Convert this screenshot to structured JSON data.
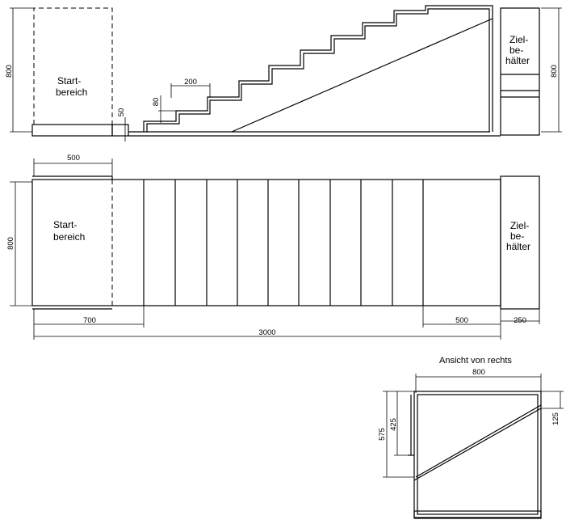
{
  "side_view": {
    "start_label_1": "Start-",
    "start_label_2": "bereich",
    "target_label_1": "Ziel-",
    "target_label_2": "be-",
    "target_label_3": "hälter",
    "dim_height_left": "800",
    "dim_height_right": "800",
    "dim_step_width": "200",
    "dim_step_height": "80",
    "dim_base_height": "50"
  },
  "top_view": {
    "start_label_1": "Start-",
    "start_label_2": "bereich",
    "target_label_1": "Ziel-",
    "target_label_2": "be-",
    "target_label_3": "hälter",
    "dim_start_width": "500",
    "dim_depth": "800",
    "dim_ramp_start": "700",
    "dim_total": "3000",
    "dim_end": "500",
    "dim_container": "250"
  },
  "right_view": {
    "title": "Ansicht von rechts",
    "dim_width": "800",
    "dim_575": "575",
    "dim_425": "425",
    "dim_125": "125"
  }
}
